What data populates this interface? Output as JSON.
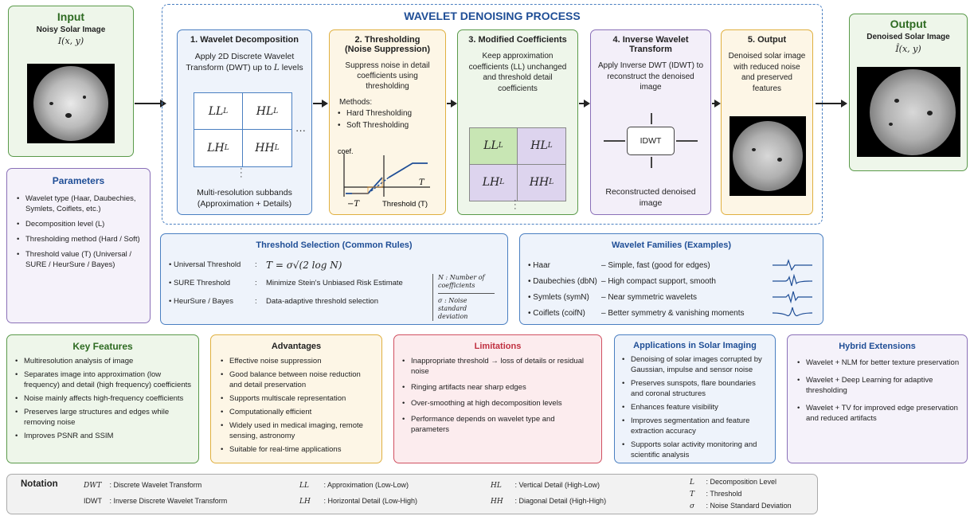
{
  "input": {
    "title": "Input",
    "subtitle": "Noisy Solar Image",
    "math": "I(x, y)"
  },
  "output": {
    "title": "Output",
    "subtitle": "Denoised Solar Image",
    "math": "Î(x, y)"
  },
  "process": {
    "title": "WAVELET DENOISING PROCESS"
  },
  "steps": [
    {
      "title": "1. Wavelet Decomposition",
      "text": "Apply 2D Discrete Wavelet Transform (DWT) up to",
      "text2": "L",
      "text3": "levels",
      "grid": [
        "LL_L",
        "HL_L",
        "LH_L",
        "HH_L"
      ],
      "footer": "Multi-resolution subbands (Approximation + Details)"
    },
    {
      "title": "2. Thresholding",
      "title2": "(Noise Suppression)",
      "text": "Suppress noise in detail coefficients using thresholding",
      "methods_label": "Methods:",
      "methods": [
        "Hard Thresholding",
        "Soft Thresholding"
      ],
      "plot_ylabel": "coef.",
      "plot_t": "T",
      "plot_neg_t": "−T",
      "plot_xlabel": "Threshold (T)"
    },
    {
      "title": "3. Modified Coefficients",
      "text": "Keep approximation coefficients (LL) unchanged and threshold detail coefficients",
      "grid": [
        "LL_L",
        "HL_L",
        "LH_L",
        "HH_L"
      ]
    },
    {
      "title": "4. Inverse Wavelet",
      "title2": "Transform",
      "text": "Apply Inverse DWT (IDWT) to reconstruct the denoised image",
      "block": "IDWT",
      "footer": "Reconstructed denoised image"
    },
    {
      "title": "5. Output",
      "text": "Denoised solar image with reduced noise and preserved features"
    }
  ],
  "parameters": {
    "title": "Parameters",
    "items": [
      "Wavelet type (Haar, Daubechies, Symlets, Coiflets, etc.)",
      "Decomposition level (L)",
      "Thresholding method (Hard / Soft)",
      "Threshold value (T) (Universal / SURE / HeurSure / Bayes)"
    ]
  },
  "threshold_selection": {
    "title": "Threshold Selection (Common Rules)",
    "rules": [
      {
        "name": "Universal Threshold",
        "sep": ":",
        "desc": "T = σ√(2 log N)"
      },
      {
        "name": "SURE Threshold",
        "sep": ":",
        "desc": "Minimize Stein's Unbiased Risk Estimate"
      },
      {
        "name": "HeurSure / Bayes",
        "sep": ":",
        "desc": "Data-adaptive threshold selection"
      }
    ],
    "note1": "N : Number of coefficients",
    "note2": "σ : Noise standard deviation"
  },
  "wavelet_families": {
    "title": "Wavelet Families (Examples)",
    "items": [
      {
        "name": "Haar",
        "desc": "– Simple, fast (good for edges)"
      },
      {
        "name": "Daubechies (dbN)",
        "desc": "– High compact support, smooth"
      },
      {
        "name": "Symlets (symN)",
        "desc": "– Near symmetric wavelets"
      },
      {
        "name": "Coiflets (coifN)",
        "desc": "– Better symmetry & vanishing moments"
      }
    ]
  },
  "key_features": {
    "title": "Key Features",
    "items": [
      "Multiresolution analysis of image",
      "Separates image into approximation (low frequency) and detail (high frequency) coefficients",
      "Noise mainly affects high-frequency coefficients",
      "Preserves large structures and edges while removing noise",
      "Improves PSNR and SSIM"
    ]
  },
  "advantages": {
    "title": "Advantages",
    "items": [
      "Effective noise suppression",
      "Good balance between noise reduction and detail preservation",
      "Supports multiscale representation",
      "Computationally efficient",
      "Widely used in medical imaging, remote sensing, astronomy",
      "Suitable for real-time applications"
    ]
  },
  "limitations": {
    "title": "Limitations",
    "items": [
      "Inappropriate threshold → loss of details or residual noise",
      "Ringing artifacts near sharp edges",
      "Over-smoothing at high decomposition levels",
      "Performance depends on wavelet type and parameters"
    ]
  },
  "applications": {
    "title": "Applications in Solar Imaging",
    "items": [
      "Denoising of solar images corrupted by Gaussian, impulse and sensor noise",
      "Preserves sunspots, flare boundaries and coronal structures",
      "Enhances feature visibility",
      "Improves segmentation and feature extraction accuracy",
      "Supports solar activity monitoring and scientific analysis"
    ]
  },
  "hybrid": {
    "title": "Hybrid Extensions",
    "items": [
      "Wavelet + NLM for better texture preservation",
      "Wavelet + Deep Learning for adaptive thresholding",
      "Wavelet + TV for improved edge preservation and reduced artifacts"
    ]
  },
  "notation": {
    "title": "Notation",
    "entries": [
      {
        "k": "DWT",
        "v": "Discrete Wavelet Transform"
      },
      {
        "k": "IDWT",
        "v": "Inverse Discrete Wavelet Transform"
      },
      {
        "k": "LL",
        "v": "Approximation (Low-Low)"
      },
      {
        "k": "LH",
        "v": "Horizontal Detail (Low-High)"
      },
      {
        "k": "HL",
        "v": "Vertical Detail (High-Low)"
      },
      {
        "k": "HH",
        "v": "Diagonal Detail (High-High)"
      },
      {
        "k": "L",
        "v": "Decomposition Level"
      },
      {
        "k": "T",
        "v": "Threshold"
      },
      {
        "k": "σ",
        "v": "Noise Standard Deviation"
      }
    ]
  },
  "colors": {
    "green": "#5a9a4a",
    "blue": "#4a7fc1",
    "yellow": "#e0b040",
    "purple": "#8a70b8",
    "red": "#d05060",
    "navy": "#1f4e96"
  }
}
